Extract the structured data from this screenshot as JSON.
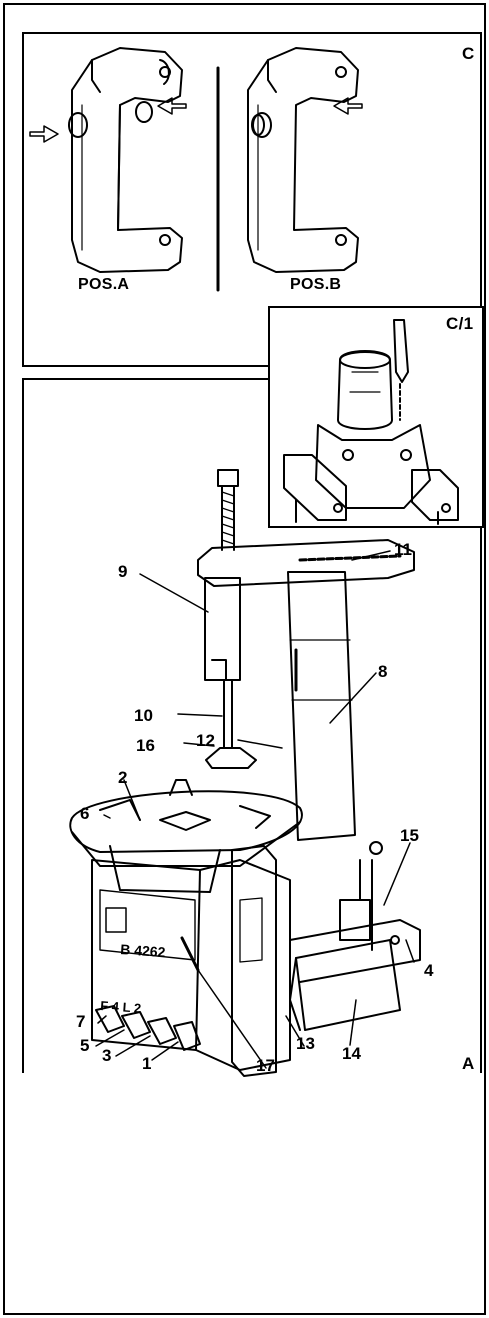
{
  "panels": {
    "c": {
      "letter": "C",
      "pos_a": "POS.A",
      "pos_b": "POS.B"
    },
    "c1": {
      "letter": "C/1"
    },
    "a": {
      "letter": "A"
    }
  },
  "parts": [
    "1",
    "2",
    "3",
    "4",
    "5",
    "6",
    "7",
    "8",
    "9",
    "10",
    "11",
    "12",
    "13",
    "14",
    "15",
    "16",
    "17"
  ],
  "display_text": "B 4262",
  "side_markings": "F 4 L 2"
}
